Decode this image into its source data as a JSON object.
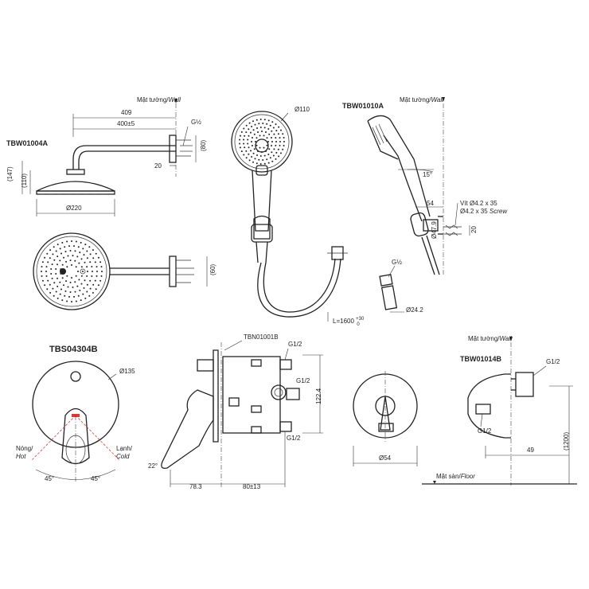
{
  "models": {
    "shower_head": "TBW01004A",
    "hand_shower": "TBW01010A",
    "valve_trim": "TBS04304B",
    "valve_body": "TBN01001B",
    "wall_outlet": "TBW01014B"
  },
  "labels": {
    "wall": "Mặt tường/",
    "wall_it": "Wall",
    "floor": "Mặt sàn/",
    "floor_it": "Floor",
    "hot": "Nóng/",
    "hot_it": "Hot",
    "cold": "Lạnh/",
    "cold_it": "Cold",
    "screw1": "Vít Ø4.2 x 35",
    "screw2": "Ø4.2 x 35",
    "screw2_it": "Screw"
  },
  "dims": {
    "d409": "409",
    "d400": "400±5",
    "g12_a": "G½",
    "d80": "(80)",
    "d20a": "20",
    "d147": "(147)",
    "d110a": "(110)",
    "d220": "Ø220",
    "d60": "(60)",
    "d110b": "Ø110",
    "hose": "L=1600 ",
    "hose_tol": "+30",
    "hose_tol2": "0",
    "d15": "15°",
    "d54a": "54",
    "d47": "Ø47.9",
    "d20b": "20",
    "g12_b": "G½",
    "d24": "Ø24.2",
    "d135": "Ø135",
    "d45a": "45°",
    "d45b": "45°",
    "d22": "22°",
    "g12_c": "G1/2",
    "g12_d": "G1/2",
    "g12_e": "G1/2",
    "d1224": "122.4",
    "d783": "78.3",
    "d80b": "80±13",
    "d54b": "Ø54",
    "g12_f": "G1/2",
    "g12_g": "G1/2",
    "d49": "49",
    "d1200": "(1200)"
  }
}
